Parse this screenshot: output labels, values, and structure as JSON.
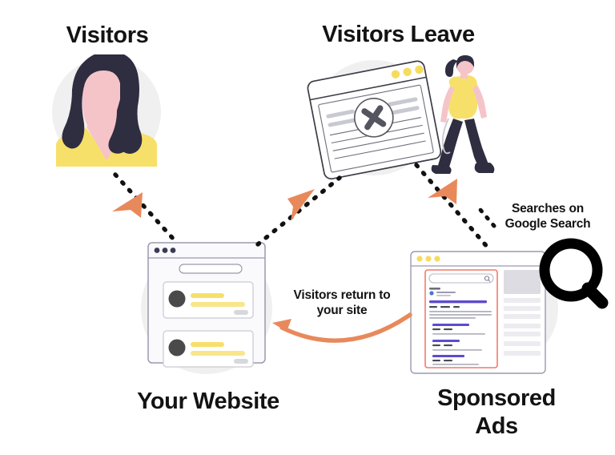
{
  "diagram": {
    "title": "Retargeting / remarketing visitor flow",
    "type": "cycle-flow",
    "background": "#ffffff",
    "palette": {
      "coral": "#E8895C",
      "coral_light": "#EE9266",
      "yellow": "#F7E06A",
      "yellow_dot": "#F5DC5E",
      "pink_skin": "#F5C4C8",
      "dark_navy": "#2F2D40",
      "text_black": "#131313",
      "circle_backdrop": "#F0F0F0",
      "window_line": "#9A9AAE",
      "window_fill": "#FAFAFC",
      "card_gray": "#E2E2E6",
      "dark_circle": "#4A4A4A",
      "ads_border": "#F4796A",
      "magnifier_black": "#000000"
    }
  },
  "nodes": [
    {
      "id": "visitors",
      "label": "Visitors",
      "icon": "woman-avatar-illustration",
      "position": "top-left"
    },
    {
      "id": "visitors-leave",
      "label": "Visitors Leave",
      "icon": "tilted-browser-window-with-x-and-walking-woman",
      "position": "top-center-right"
    },
    {
      "id": "your-website",
      "label": "Your Website",
      "icon": "browser-window-with-content-cards",
      "position": "bottom-left"
    },
    {
      "id": "sponsored-ads",
      "label": "Sponsored\nAds",
      "icon": "browser-window-with-search-results-and-magnifier",
      "position": "bottom-right"
    }
  ],
  "annotations": [
    {
      "id": "searches-on-google",
      "text": "Searches on\nGoogle Search",
      "target": "sponsored-ads"
    },
    {
      "id": "visitors-return",
      "text": "Visitors return to\nyour site",
      "target": "your-website"
    }
  ],
  "connectors": [
    {
      "id": "visitors-to-website",
      "from": "visitors",
      "to": "your-website",
      "style": "dashed",
      "arrowhead": "coral-triangle",
      "direction": "down-right"
    },
    {
      "id": "website-to-leave",
      "from": "your-website",
      "to": "visitors-leave",
      "style": "dashed",
      "arrowhead": "coral-triangle",
      "direction": "up-right"
    },
    {
      "id": "leave-to-ads",
      "from": "visitors-leave",
      "to": "sponsored-ads",
      "style": "dashed",
      "arrowhead": "coral-triangle",
      "direction": "down-right"
    },
    {
      "id": "ads-back-to-website",
      "from": "sponsored-ads",
      "to": "your-website",
      "style": "curved-solid",
      "arrowhead": "coral-open-arrow",
      "direction": "left"
    }
  ],
  "website_window": {
    "dots": 3,
    "dot_color": "#3C3A56",
    "search_bar": "",
    "cards": [
      {
        "avatar": "circle",
        "lines": 2,
        "badge": true
      },
      {
        "avatar": "circle",
        "lines": 2,
        "badge": true
      }
    ]
  },
  "ads_window": {
    "dots": 3,
    "dot_color": "#F5DC5E",
    "search_placeholder": "",
    "search_icon": "magnifier-icon",
    "results_count": 5,
    "highlight_border_color": "#F4796A",
    "side_panel_blocks": 6
  },
  "leave_window": {
    "dots": 3,
    "dot_color": "#F5DC5E",
    "center_icon": "x-circle-icon",
    "text_lines": 7,
    "rotation_deg": -11
  }
}
